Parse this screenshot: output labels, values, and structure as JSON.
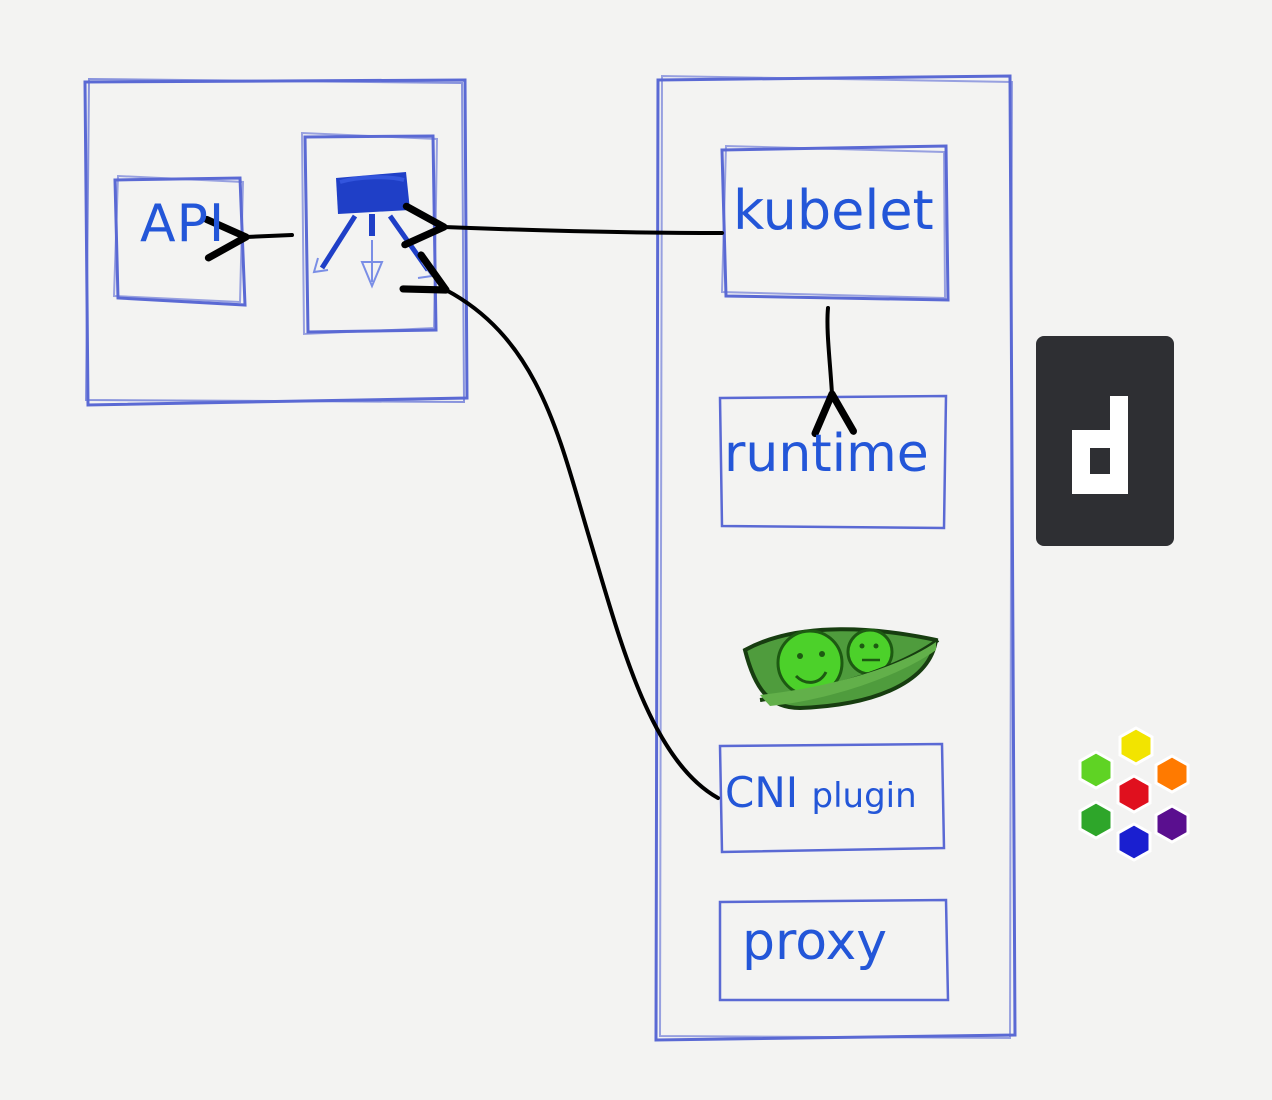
{
  "control_plane": {
    "api_label": "API",
    "scheduler_icon": "scheduler-icon"
  },
  "node": {
    "kubelet_label": "kubelet",
    "runtime_label": "runtime",
    "pod_icon": "peapod-icon",
    "cni_label": "CNI",
    "cni_suffix": "plugin",
    "proxy_label": "proxy"
  },
  "logos": {
    "runtime_logo": "docker-d-icon",
    "cni_logo": "hexagon-cluster-icon"
  },
  "colors": {
    "ink_blue": "#2356d8",
    "box_line": "#5a69d4",
    "arrow": "#000000",
    "logo_dark": "#2e2f33",
    "hex_yellow": "#f2e400",
    "hex_orange": "#ff7a00",
    "hex_red": "#e0101e",
    "hex_green_light": "#5fd324",
    "hex_green": "#2ea62a",
    "hex_purple": "#5a0f8f",
    "hex_blue": "#1a1fd0"
  }
}
